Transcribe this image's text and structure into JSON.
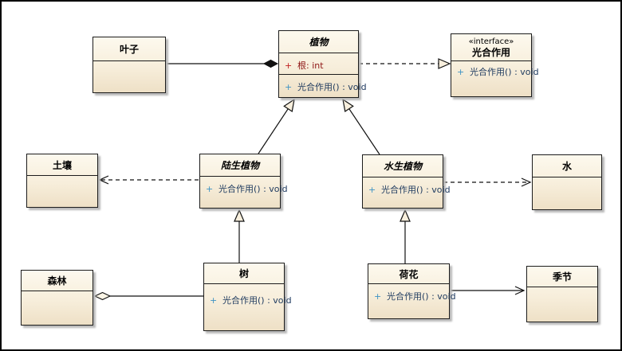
{
  "diagram_type": "uml-class-diagram",
  "classes": {
    "leaf": {
      "name": "叶子",
      "abstract": false,
      "attributes": [],
      "methods": []
    },
    "plant": {
      "name": "植物",
      "abstract": true,
      "attributes": [
        {
          "vis": "+",
          "text": "根: int"
        }
      ],
      "methods": [
        {
          "vis": "+",
          "text": "光合作用() : void"
        }
      ]
    },
    "photosynthesis": {
      "stereotype": "«interface»",
      "name": "光合作用",
      "abstract": false,
      "attributes": [],
      "methods": [
        {
          "vis": "+",
          "text": "光合作用() : void"
        }
      ]
    },
    "soil": {
      "name": "土壤",
      "abstract": false,
      "attributes": [],
      "methods": []
    },
    "land_plant": {
      "name": "陆生植物",
      "abstract": true,
      "attributes": [],
      "methods": [
        {
          "vis": "+",
          "text": "光合作用() : void"
        }
      ]
    },
    "water_plant": {
      "name": "水生植物",
      "abstract": true,
      "attributes": [],
      "methods": [
        {
          "vis": "+",
          "text": "光合作用() : void"
        }
      ]
    },
    "water": {
      "name": "水",
      "abstract": false,
      "attributes": [],
      "methods": []
    },
    "forest": {
      "name": "森林",
      "abstract": false,
      "attributes": [],
      "methods": []
    },
    "tree": {
      "name": "树",
      "abstract": false,
      "attributes": [],
      "methods": [
        {
          "vis": "+",
          "text": "光合作用() : void"
        }
      ]
    },
    "lotus": {
      "name": "荷花",
      "abstract": false,
      "attributes": [],
      "methods": [
        {
          "vis": "+",
          "text": "光合作用() : void"
        }
      ]
    },
    "season": {
      "name": "季节",
      "abstract": false,
      "attributes": [],
      "methods": []
    }
  },
  "relationships": [
    {
      "type": "composition",
      "from": "叶子",
      "to": "植物"
    },
    {
      "type": "realization",
      "from": "植物",
      "to": "光合作用"
    },
    {
      "type": "generalization",
      "from": "陆生植物",
      "to": "植物"
    },
    {
      "type": "generalization",
      "from": "水生植物",
      "to": "植物"
    },
    {
      "type": "dependency",
      "from": "陆生植物",
      "to": "土壤"
    },
    {
      "type": "dependency",
      "from": "水生植物",
      "to": "水"
    },
    {
      "type": "generalization",
      "from": "树",
      "to": "陆生植物"
    },
    {
      "type": "generalization",
      "from": "荷花",
      "to": "水生植物"
    },
    {
      "type": "aggregation",
      "from": "森林",
      "to": "树"
    },
    {
      "type": "association",
      "from": "荷花",
      "to": "季节"
    }
  ],
  "colors": {
    "box_fill_top": "#fdf9ee",
    "box_fill_bottom": "#eee0c6",
    "box_border": "#1c1c1c",
    "attribute_text": "#8e1414",
    "attribute_visibility": "#c02020",
    "method_text": "#1e3a5f",
    "method_visibility": "#3e93c4",
    "edge_line": "#111111",
    "background": "#ffffff"
  }
}
